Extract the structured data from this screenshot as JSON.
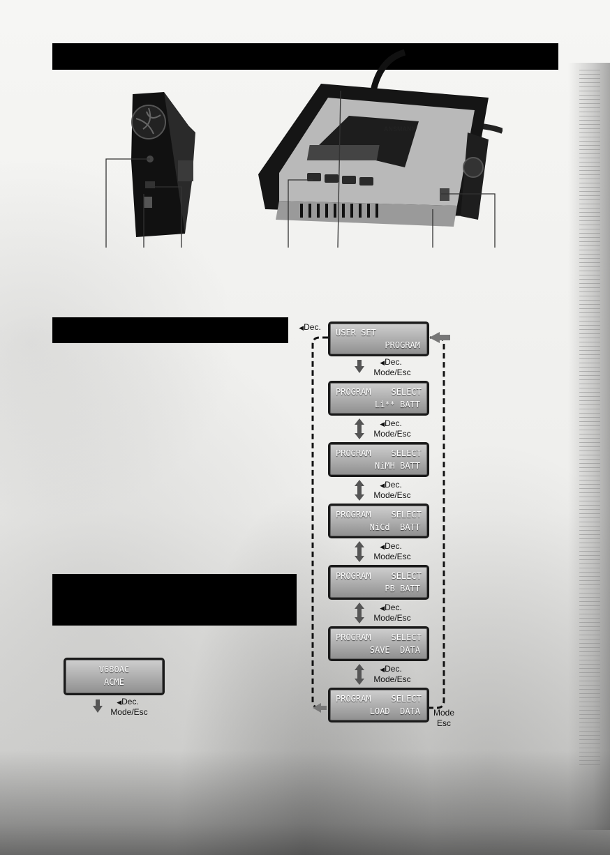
{
  "diagram": {
    "device_side": {
      "icon": "charger-side-view-photo"
    },
    "device_main": {
      "icon": "charger-front-view-photo",
      "screen_text": "ANSMANN"
    },
    "splash": {
      "line1": "V680AC",
      "line2": "ACME",
      "nav_dec": "Dec.",
      "nav_mode": "Mode/Esc"
    },
    "menu_left_label": "Dec.",
    "menu": [
      {
        "line1": "USER SET",
        "line2": "PROGRAM",
        "nav_dec": "Dec.",
        "nav_mode": "Mode/Esc"
      },
      {
        "line1": "PROGRAM    SELECT",
        "line2": "Li** BATT",
        "nav_dec": "Dec.",
        "nav_mode": "Mode/Esc"
      },
      {
        "line1": "PROGRAM    SELECT",
        "line2": "NiMH BATT",
        "nav_dec": "Dec.",
        "nav_mode": "Mode/Esc"
      },
      {
        "line1": "PROGRAM    SELECT",
        "line2": "NiCd  BATT",
        "nav_dec": "Dec.",
        "nav_mode": "Mode/Esc"
      },
      {
        "line1": "PROGRAM    SELECT",
        "line2": "PB BATT",
        "nav_dec": "Dec.",
        "nav_mode": "Mode/Esc"
      },
      {
        "line1": "PROGRAM    SELECT",
        "line2": "SAVE  DATA",
        "nav_dec": "Dec.",
        "nav_mode": "Mode/Esc"
      },
      {
        "line1": "PROGRAM    SELECT",
        "line2": "LOAD  DATA"
      }
    ],
    "loop_label_1": "Mode",
    "loop_label_2": "Esc"
  }
}
